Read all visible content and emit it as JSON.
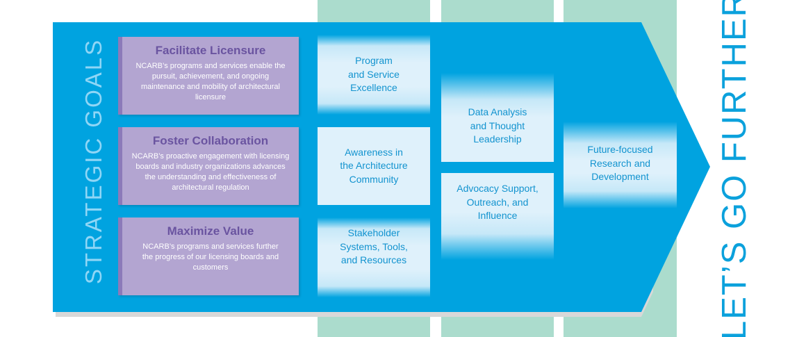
{
  "left_label": "STRATEGIC GOALS",
  "right_label": "LET’S GO FURTHER",
  "goals": [
    {
      "title": "Facilitate Licensure",
      "text": "NCARB’s programs and services enable the pursuit, achievement, and ongoing maintenance and mobility of architectural licensure"
    },
    {
      "title": "Foster Collaboration",
      "text": "NCARB’s proactive engagement with licensing boards and industry organizations advances the understanding and effectiveness of architectural regulation"
    },
    {
      "title": "Maximize Value",
      "text": "NCARB’s programs and services further the progress of our licensing boards and customers"
    }
  ],
  "column1": [
    "Program\nand Service\nExcellence",
    "Awareness in\nthe Architecture\nCommunity",
    "Stakeholder\nSystems, Tools,\nand Resources"
  ],
  "column2": [
    "Data Analysis\nand Thought\nLeadership",
    "Advocacy Support,\nOutreach, and\nInfluence"
  ],
  "column3": [
    "Future-focused\nResearch and\nDevelopment"
  ],
  "colors": {
    "arrow": "#00a3e0",
    "goal": "#b3a5d1",
    "column": "#abdccd"
  }
}
